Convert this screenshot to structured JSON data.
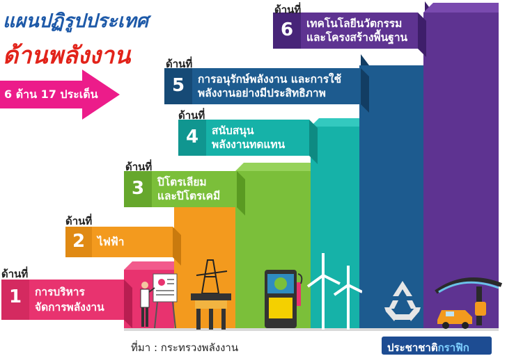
{
  "header": {
    "title_line1": "แผนปฏิรูปประเทศ",
    "title_line2": "ด้านพลังงาน",
    "arrow_label": "6 ด้าน 17 ประเด็น"
  },
  "steps": [
    {
      "tag": "ด้านที่",
      "number": "1",
      "line1": "การบริหาร",
      "line2": "จัดการพลังงาน"
    },
    {
      "tag": "ด้านที่",
      "number": "2",
      "line1": "ไฟฟ้า",
      "line2": ""
    },
    {
      "tag": "ด้านที่",
      "number": "3",
      "line1": "ปิโตรเลียม",
      "line2": "และปิโตรเคมี"
    },
    {
      "tag": "ด้านที่",
      "number": "4",
      "line1": "สนับสนุน",
      "line2": "พลังงานทดแทน"
    },
    {
      "tag": "ด้านที่",
      "number": "5",
      "line1": "การอนุรักษ์พลังงาน และการใช้",
      "line2": "พลังงานอย่างมีประสิทธิภาพ"
    },
    {
      "tag": "ด้านที่",
      "number": "6",
      "line1": "เทคโนโลยีนวัตกรรม",
      "line2": "และโครงสร้างพื้นฐาน"
    }
  ],
  "footer": {
    "source": "ที่มา : กระทรวงพลังงาน",
    "brand_part1": "ประชาชาติ",
    "brand_part2": "กราฟิก"
  },
  "colors": {
    "step1": "#e8336f",
    "step2": "#f39a1e",
    "step3": "#7bbf3a",
    "step4": "#16b2a8",
    "step5": "#1d5b8f",
    "step6": "#5e3391",
    "title_blue": "#1d59a8",
    "title_red": "#e2231a",
    "arrow": "#ec1c8a"
  },
  "icons": [
    "presenter-icon",
    "oil-rig-icon",
    "fuel-pump-icon",
    "wind-turbine-icon",
    "recycle-icon",
    "solar-car-icon"
  ]
}
